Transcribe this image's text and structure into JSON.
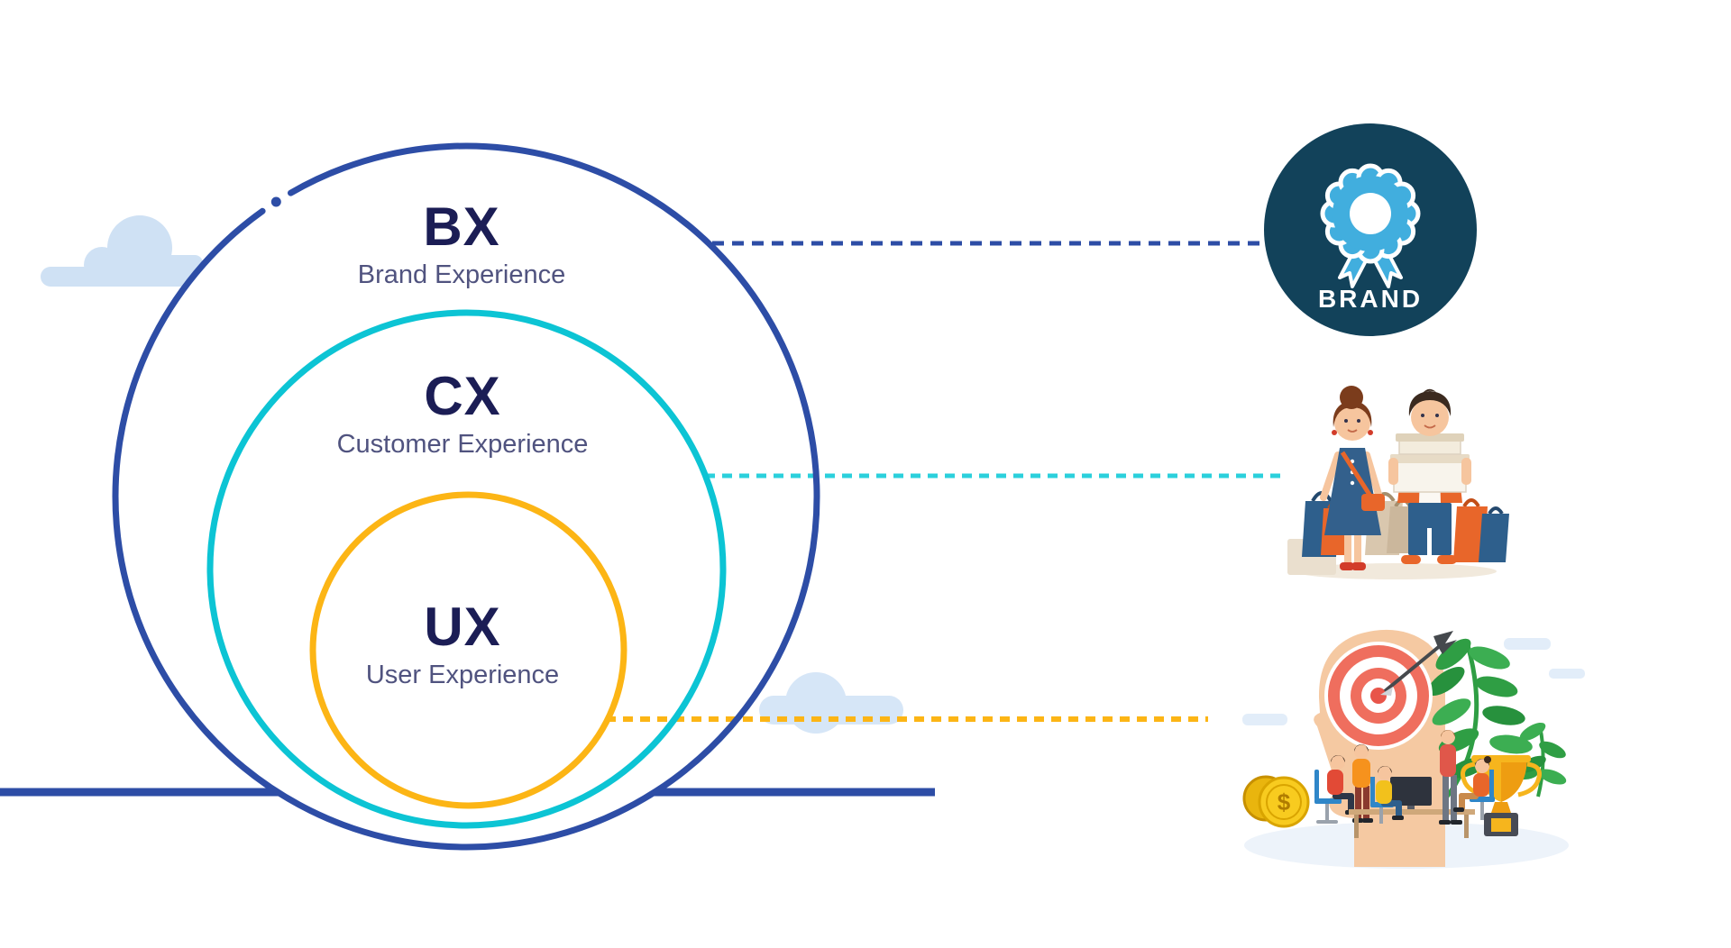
{
  "rings": [
    {
      "abbr": "BX",
      "label": "Brand Experience"
    },
    {
      "abbr": "CX",
      "label": "Customer Experience"
    },
    {
      "abbr": "UX",
      "label": "User Experience"
    }
  ],
  "badge": {
    "label": "BRAND"
  },
  "coin": {
    "symbol": "$"
  },
  "icons": {
    "brand_badge": "award-ribbon-icon",
    "customers": "shoppers-illustration",
    "user_goal": "head-target-illustration"
  },
  "colors": {
    "bx_ring": "#2d4da6",
    "cx_ring": "#0cc4d4",
    "ux_ring": "#fcb515",
    "title_text": "#1b1d55",
    "subtitle_text": "#50537f",
    "badge_background": "#12425a",
    "badge_icon": "#41aede",
    "ground_line": "#2d4da6",
    "cloud": "#cfe1f4"
  }
}
